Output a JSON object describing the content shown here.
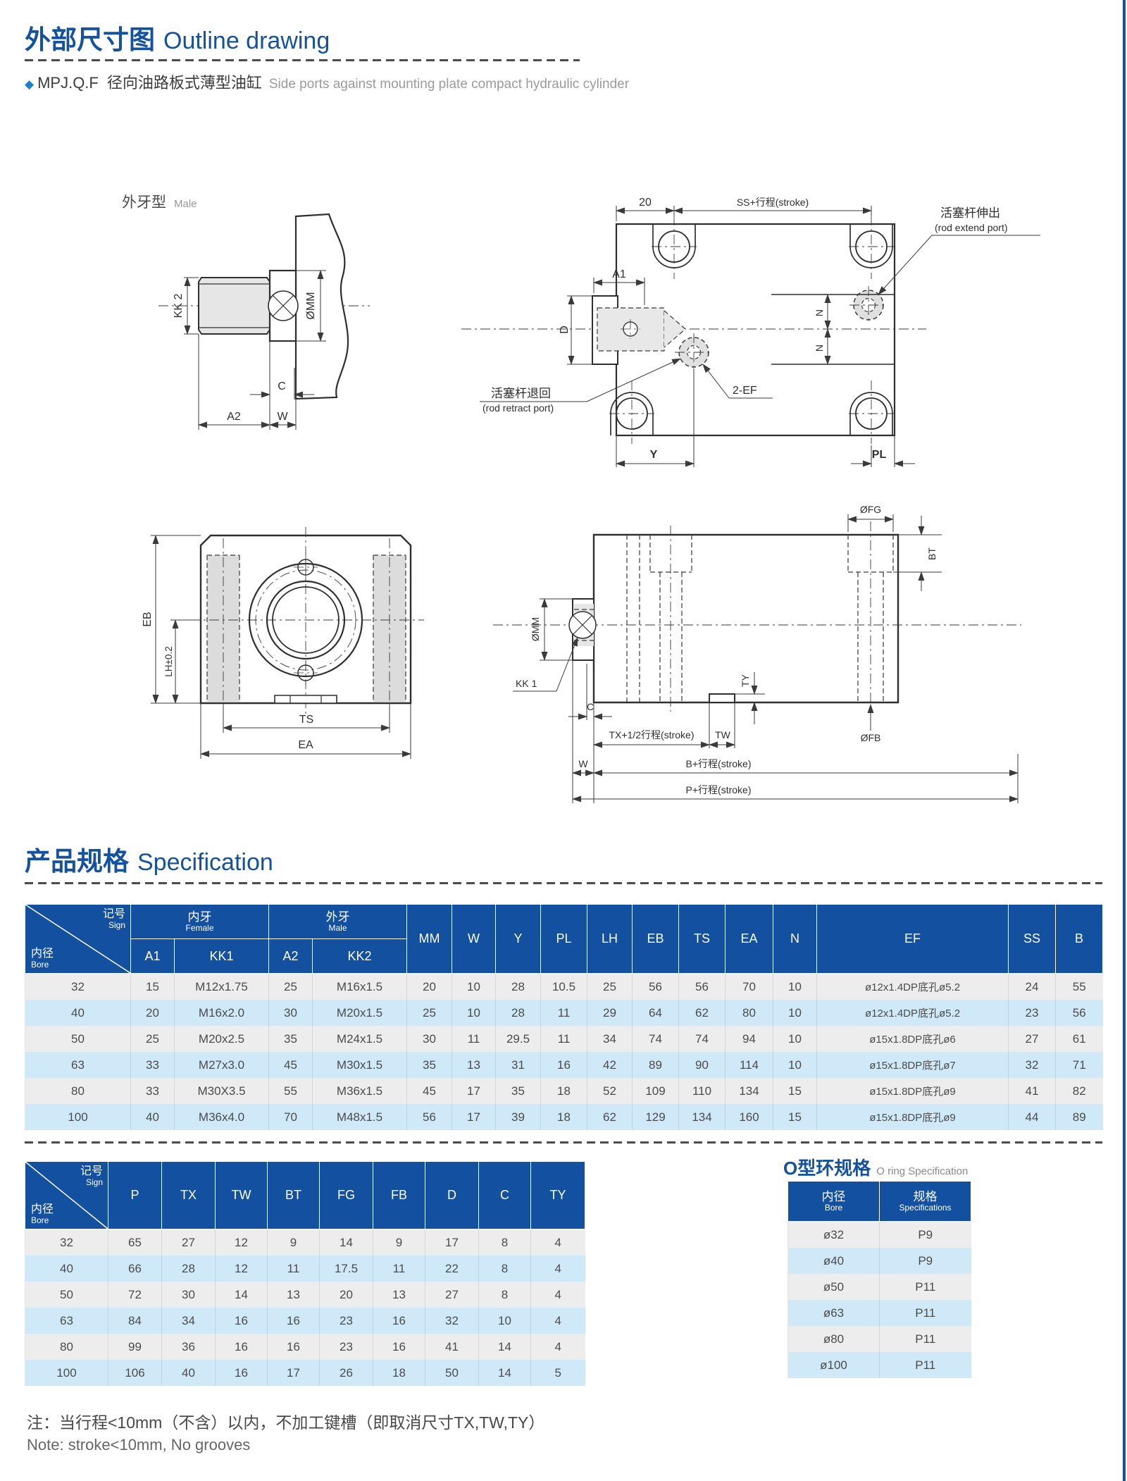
{
  "page": {
    "title_zh": "外部尺寸图",
    "title_en": "Outline drawing",
    "bullet": "◆",
    "model": "MPJ.Q.F",
    "subtitle_zh": "径向油路板式薄型油缸",
    "subtitle_en": "Side ports against mounting plate compact hydraulic cylinder"
  },
  "drawings": {
    "d1": {
      "label_zh": "外牙型",
      "label_en": "Male",
      "kk2": "KK 2",
      "mm": "ØMM",
      "c": "C",
      "a2": "A2",
      "w": "W"
    },
    "d2": {
      "dim20": "20",
      "ss": "SS+行程(stroke)",
      "a1": "A1",
      "d": "D",
      "n1": "N",
      "n2": "N",
      "extend_zh": "活塞杆伸出",
      "extend_en": "(rod extend port)",
      "retract_zh": "活塞杆退回",
      "retract_en": "(rod retract port)",
      "ef": "2-EF",
      "y": "Y",
      "pl": "PL"
    },
    "d3": {
      "eb": "EB",
      "lh": "LH±0.2",
      "ts": "TS",
      "ea": "EA"
    },
    "d4": {
      "fg": "ØFG",
      "bt": "BT",
      "mm": "ØMM",
      "kk1": "KK 1",
      "c": "C",
      "tx": "TX+1/2行程(stroke)",
      "tw": "TW",
      "ty": "TY",
      "fb": "ØFB",
      "w": "W",
      "b": "B+行程(stroke)",
      "p": "P+行程(stroke)"
    }
  },
  "spec": {
    "heading_zh": "产品规格",
    "heading_en": "Specification",
    "corner": {
      "sign_zh": "记号",
      "sign_en": "Sign",
      "bore_zh": "内径",
      "bore_en": "Bore"
    },
    "table1": {
      "group_female_zh": "内牙",
      "group_female_en": "Female",
      "group_male_zh": "外牙",
      "group_male_en": "Male",
      "sub_headers": [
        "A1",
        "KK1",
        "A2",
        "KK2"
      ],
      "single_headers": [
        "MM",
        "W",
        "Y",
        "PL",
        "LH",
        "EB",
        "TS",
        "EA",
        "N",
        "EF",
        "SS",
        "B"
      ],
      "rows": [
        [
          "32",
          "15",
          "M12x1.75",
          "25",
          "M16x1.5",
          "20",
          "10",
          "28",
          "10.5",
          "25",
          "56",
          "56",
          "70",
          "10",
          "ø12x1.4DP底孔ø5.2",
          "24",
          "55"
        ],
        [
          "40",
          "20",
          "M16x2.0",
          "30",
          "M20x1.5",
          "25",
          "10",
          "28",
          "11",
          "29",
          "64",
          "62",
          "80",
          "10",
          "ø12x1.4DP底孔ø5.2",
          "23",
          "56"
        ],
        [
          "50",
          "25",
          "M20x2.5",
          "35",
          "M24x1.5",
          "30",
          "11",
          "29.5",
          "11",
          "34",
          "74",
          "74",
          "94",
          "10",
          "ø15x1.8DP底孔ø6",
          "27",
          "61"
        ],
        [
          "63",
          "33",
          "M27x3.0",
          "45",
          "M30x1.5",
          "35",
          "13",
          "31",
          "16",
          "42",
          "89",
          "90",
          "114",
          "10",
          "ø15x1.8DP底孔ø7",
          "32",
          "71"
        ],
        [
          "80",
          "33",
          "M30X3.5",
          "55",
          "M36x1.5",
          "45",
          "17",
          "35",
          "18",
          "52",
          "109",
          "110",
          "134",
          "15",
          "ø15x1.8DP底孔ø9",
          "41",
          "82"
        ],
        [
          "100",
          "40",
          "M36x4.0",
          "70",
          "M48x1.5",
          "56",
          "17",
          "39",
          "18",
          "62",
          "129",
          "134",
          "160",
          "15",
          "ø15x1.8DP底孔ø9",
          "44",
          "89"
        ]
      ]
    },
    "table2": {
      "headers": [
        "P",
        "TX",
        "TW",
        "BT",
        "FG",
        "FB",
        "D",
        "C",
        "TY"
      ],
      "rows": [
        [
          "32",
          "65",
          "27",
          "12",
          "9",
          "14",
          "9",
          "17",
          "8",
          "4"
        ],
        [
          "40",
          "66",
          "28",
          "12",
          "11",
          "17.5",
          "11",
          "22",
          "8",
          "4"
        ],
        [
          "50",
          "72",
          "30",
          "14",
          "13",
          "20",
          "13",
          "27",
          "8",
          "4"
        ],
        [
          "63",
          "84",
          "34",
          "16",
          "16",
          "23",
          "16",
          "32",
          "10",
          "4"
        ],
        [
          "80",
          "99",
          "36",
          "16",
          "16",
          "23",
          "16",
          "41",
          "14",
          "4"
        ],
        [
          "100",
          "106",
          "40",
          "16",
          "17",
          "26",
          "18",
          "50",
          "14",
          "5"
        ]
      ]
    },
    "oring": {
      "title_zh": "O型环规格",
      "title_en": "O ring Specification",
      "col1_zh": "内径",
      "col1_en": "Bore",
      "col2_zh": "规格",
      "col2_en": "Specifications",
      "rows": [
        [
          "ø32",
          "P9"
        ],
        [
          "ø40",
          "P9"
        ],
        [
          "ø50",
          "P11"
        ],
        [
          "ø63",
          "P11"
        ],
        [
          "ø80",
          "P11"
        ],
        [
          "ø100",
          "P11"
        ]
      ]
    },
    "note_zh": "注：当行程<10mm（不含）以内，不加工键槽（即取消尺寸TX,TW,TY）",
    "note_en": "Note: stroke<10mm, No grooves"
  }
}
